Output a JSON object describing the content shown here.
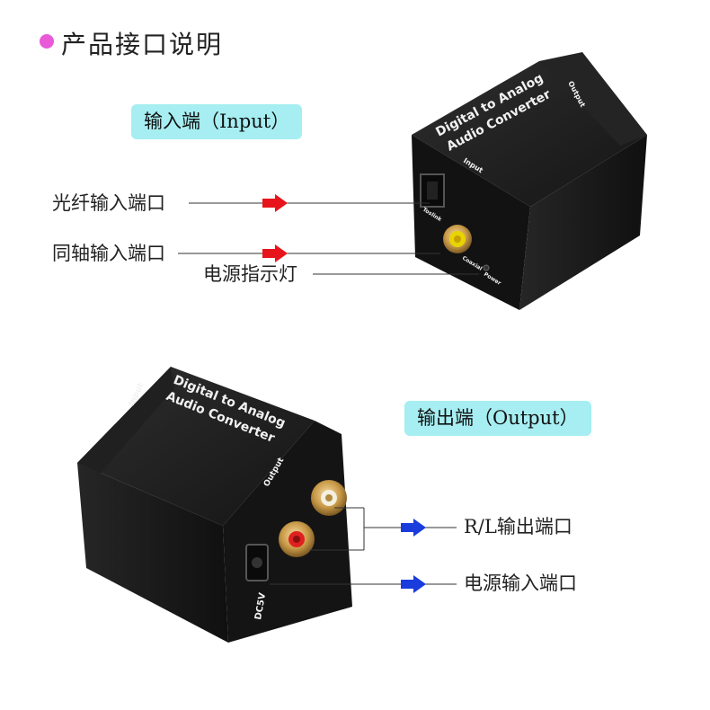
{
  "title": "产品接口说明",
  "colors": {
    "title_dot": "#e85ad7",
    "tag_bg": "#a6eef2",
    "red_arrow": "#e8141c",
    "blue_arrow": "#1a3cdc",
    "device_body": "#1c1c1c"
  },
  "top_device": {
    "section_label": "输入端（Input）",
    "printed_name_line1": "Digital to Analog",
    "printed_name_line2": "Audio Converter",
    "side_label": "Output",
    "face_label": "Input",
    "port_labels": [
      "Toslink",
      "Coaxial",
      "Power"
    ],
    "callouts": [
      {
        "label": "光纤输入端口",
        "arrow": "red-arrow-icon"
      },
      {
        "label": "同轴输入端口",
        "arrow": "red-arrow-icon"
      },
      {
        "label": "电源指示灯",
        "arrow": ""
      }
    ]
  },
  "bottom_device": {
    "section_label": "输出端（Output）",
    "printed_name_line1": "Digital to Analog",
    "printed_name_line2": "Audio Converter",
    "side_label": "Input",
    "face_label": "Output",
    "power_label": "DC5V",
    "callouts": [
      {
        "label": "R/L输出端口",
        "arrow": "blue-arrow-icon"
      },
      {
        "label": "电源输入端口",
        "arrow": "blue-arrow-icon"
      }
    ]
  }
}
